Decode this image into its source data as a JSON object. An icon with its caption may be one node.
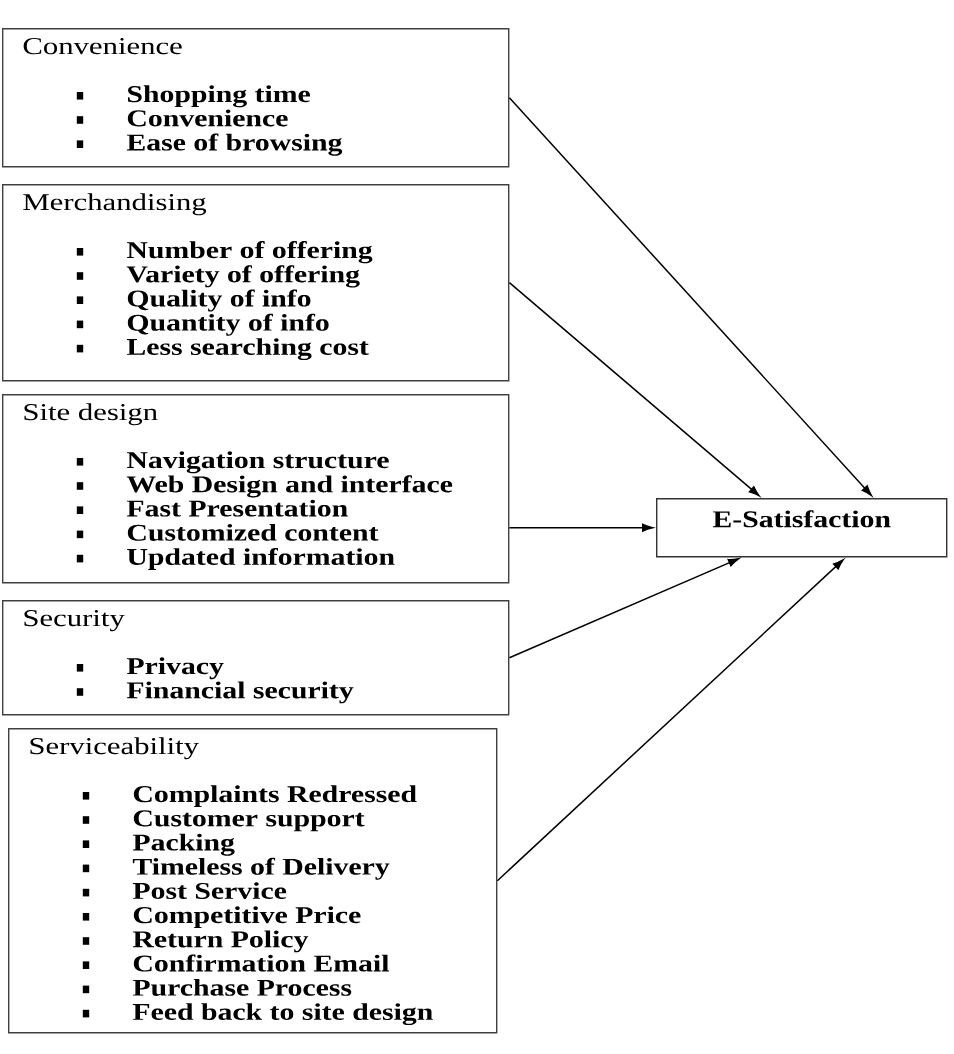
{
  "diagram": {
    "nodes": [
      {
        "text": [
          "Convenience",
          "Shopping time",
          "Convenience",
          "Ease of browsing"
        ]
      },
      {
        "text": [
          "Merchandising",
          "Number of offering",
          "Variety of offering",
          "Quality of info",
          "Quantity of info",
          "Less searching cost"
        ]
      },
      {
        "text": [
          "Site design",
          "Navigation structure",
          "Web Design and interface",
          "Fast Presentation",
          "Customized content",
          "Updated information"
        ]
      },
      {
        "text": [
          "Security",
          "Privacy",
          "Financial security"
        ]
      },
      {
        "text": [
          "Serviceability",
          "Complaints Redressed",
          "Customer support",
          "Packing",
          "Timeless of Delivery",
          "Post Service",
          "Competitive Price",
          "Return Policy",
          "Confirmation Email",
          "Purchase Process",
          "Feed back to site design"
        ]
      },
      {
        "text": [
          "E-Satisfaction"
        ]
      }
    ],
    "edges": [
      {
        "from": 0,
        "to": 5,
        "arrow": "to"
      },
      {
        "from": 1,
        "to": 5,
        "arrow": "to"
      },
      {
        "from": 2,
        "to": 5,
        "arrow": "to"
      },
      {
        "from": 3,
        "to": 5,
        "arrow": "to"
      },
      {
        "from": 4,
        "to": 5,
        "arrow": "to"
      }
    ]
  }
}
